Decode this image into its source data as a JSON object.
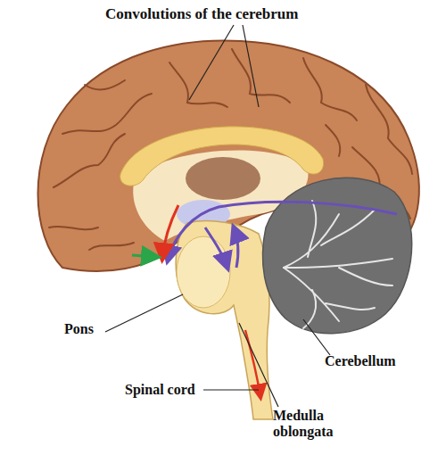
{
  "diagram": {
    "labels": [
      "Convolutions of the cerebrum",
      "Pons",
      "Cerebellum",
      "Spinal cord",
      "Medulla oblongata"
    ]
  }
}
